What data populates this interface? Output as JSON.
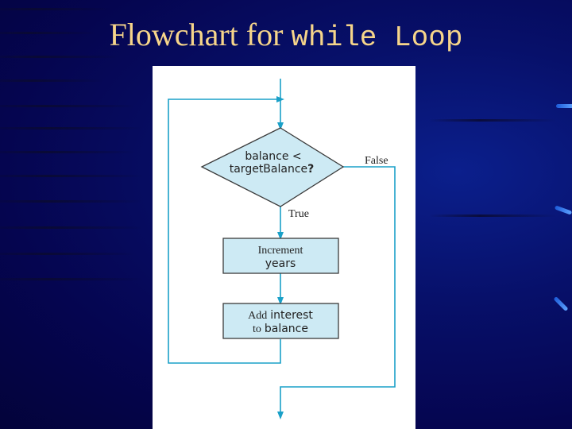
{
  "slide": {
    "title_prefix": "Flowchart for",
    "title_code": "while Loop"
  },
  "flowchart": {
    "decision": {
      "line1": "balance <",
      "line2_code": "targetBalance",
      "line2_mark": "?"
    },
    "branch_false": "False",
    "branch_true": "True",
    "step_increment": {
      "line1": "Increment",
      "line2_code": "years"
    },
    "step_add_interest": {
      "line1_word": "Add",
      "line1_code": "interest",
      "line2_word": "to",
      "line2_code": "balance"
    },
    "colors": {
      "shape_fill": "#cdeaf4",
      "shape_stroke": "#3a3a3a",
      "connector": "#1aa0c8",
      "title": "#f6d58a"
    }
  }
}
